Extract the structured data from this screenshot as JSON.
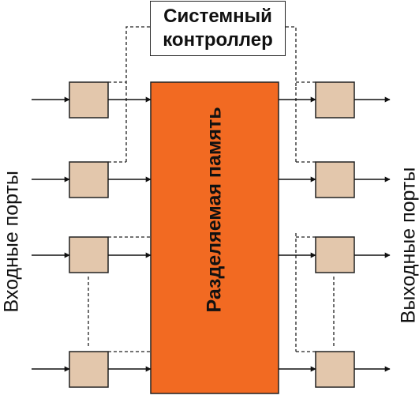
{
  "controller": {
    "line1": "Системный",
    "line2": "контроллер"
  },
  "memory": {
    "label": "Разделяемая память",
    "fill": "#f26a22"
  },
  "inputs_label": "Входные порты",
  "outputs_label": "Выходные порты",
  "port_fill": "#e3c7ac"
}
